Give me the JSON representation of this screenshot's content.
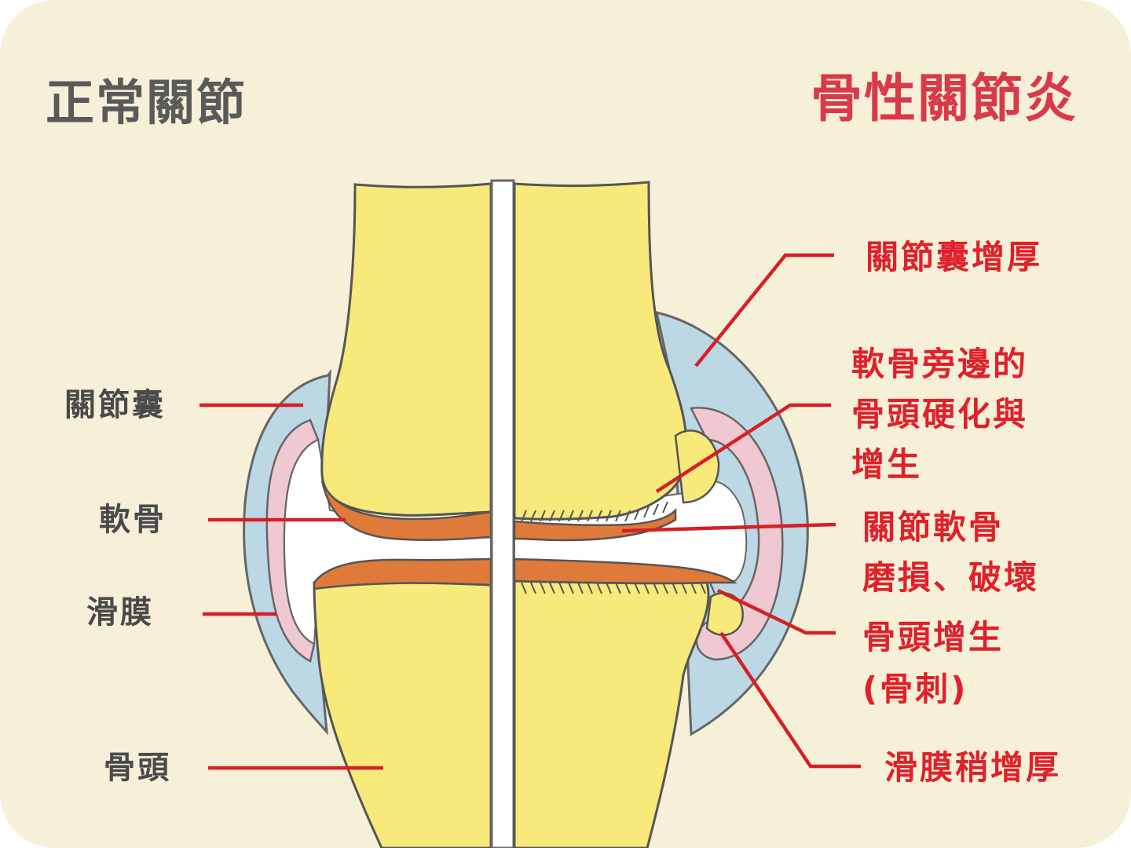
{
  "titles": {
    "normal": "正常關節",
    "osteoarthritis": "骨性關節炎"
  },
  "left_labels": {
    "capsule": "關節囊",
    "cartilage": "軟骨",
    "synovium": "滑膜",
    "bone": "骨頭"
  },
  "right_labels": {
    "capsule_thickening": "關節囊增厚",
    "sclerosis_l1": "軟骨旁邊的",
    "sclerosis_l2": "骨頭硬化與",
    "sclerosis_l3": "增生",
    "cartilage_damage_l1": "關節軟骨",
    "cartilage_damage_l2": "磨損、破壞",
    "osteophyte_l1": "骨頭增生",
    "osteophyte_l2": "(骨刺)",
    "synovium_thickening": "滑膜稍增厚"
  },
  "colors": {
    "background": "#f6f0d8",
    "bone": "#f7e97a",
    "cartilage": "#e07a3a",
    "capsule": "#bcd8e4",
    "synovium": "#f0c8d2",
    "leader_line": "#d61f26",
    "title_normal": "#5a5a5a",
    "title_oa": "#d93a4a"
  }
}
